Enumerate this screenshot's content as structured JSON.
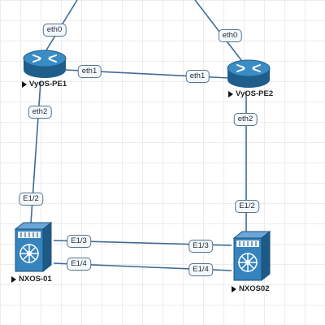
{
  "nodes": {
    "pe1": {
      "label": "VyOS-PE1"
    },
    "pe2": {
      "label": "VyOS-PE2"
    },
    "nx1": {
      "label": "NXOS-01"
    },
    "nx2": {
      "label": "NXOS02"
    }
  },
  "interfaces": {
    "pe1_eth0": "eth0",
    "pe1_eth1": "eth1",
    "pe1_eth2": "eth2",
    "pe2_eth0": "eth0",
    "pe2_eth1": "eth1",
    "pe2_eth2": "eth2",
    "nx1_e12": "E1/2",
    "nx1_e13": "E1/3",
    "nx1_e14": "E1/4",
    "nx2_e12": "E1/2",
    "nx2_e13": "E1/3",
    "nx2_e14": "E1/4"
  },
  "icons": {
    "router": "router-icon",
    "switch": "nexus-switch-icon",
    "play": "play-icon"
  },
  "colors": {
    "link": "#3d6b95",
    "router_body": "#2e7fb4",
    "switch_body": "#2f7eb8"
  }
}
